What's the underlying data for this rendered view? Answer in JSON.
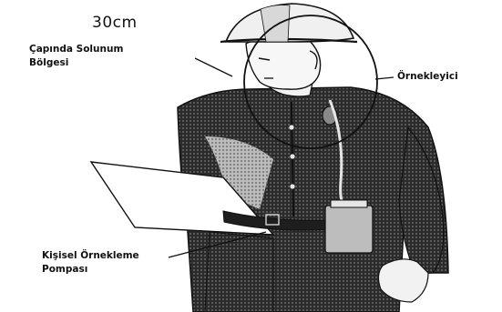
{
  "labels": {
    "diameter": "30cm",
    "breathing_zone_line1": "Çapında Solunum",
    "breathing_zone_line2": "Bölgesi",
    "sampler": "Örnekleyici",
    "pump_line1": "Kişisel Örnekleme",
    "pump_line2": "Pompası"
  },
  "colors": {
    "ink": "#111111",
    "shirt_dark": "#2b2b2b",
    "shirt_light": "#cfcfcf",
    "background": "#ffffff"
  }
}
